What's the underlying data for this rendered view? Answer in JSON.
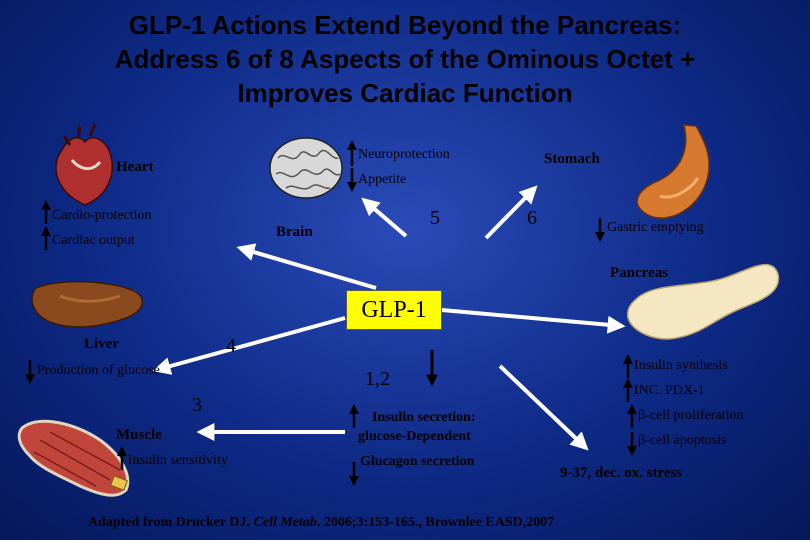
{
  "title": {
    "line1": "GLP-1 Actions  Extend Beyond the Pancreas:",
    "line2": "Address 6 of 8 Aspects of the Ominous Octet +",
    "line3": "Improves Cardiac Function"
  },
  "center": {
    "label": "GLP-1"
  },
  "heart": {
    "label": "Heart",
    "effects": [
      {
        "direction": "up",
        "text": "Cardio-protection"
      },
      {
        "direction": "up",
        "text": "Cardiac output"
      }
    ]
  },
  "brain": {
    "label": "Brain",
    "number": "5",
    "effects": [
      {
        "direction": "up",
        "text": "Neuroprotection"
      },
      {
        "direction": "down",
        "text": "Appetite"
      }
    ]
  },
  "stomach": {
    "label": "Stomach",
    "number": "6",
    "effects": [
      {
        "direction": "down",
        "text": "Gastric emptying"
      }
    ]
  },
  "pancreas": {
    "label": "Pancreas",
    "effects": [
      {
        "direction": "up",
        "text": "Insulin synthesis"
      },
      {
        "direction": "up",
        "text": "INC. PDX-1"
      },
      {
        "direction": "up",
        "text": "β-cell proliferation"
      },
      {
        "direction": "down",
        "text": "β-cell apoptosis"
      }
    ],
    "note": "9-37, dec. ox. stress"
  },
  "liver": {
    "label": "Liver",
    "number": "4",
    "effects": [
      {
        "direction": "down",
        "text": "Production of glucose"
      }
    ]
  },
  "muscle": {
    "label": "Muscle",
    "number": "3",
    "effects": [
      {
        "direction": "up",
        "text": "Insulin sensitivity"
      }
    ]
  },
  "islet": {
    "number": "1,2",
    "effects": [
      {
        "direction": "up",
        "text": "Insulin secretion:"
      },
      {
        "direction": "none",
        "text": "glucose-Dependent"
      },
      {
        "direction": "down",
        "text": "Glucagon secretion"
      }
    ]
  },
  "citation": {
    "prefix": "Adapted from Drucker DJ. ",
    "journal": "Cell Metab",
    "suffix": ". 2006;3:153-165., Brownlee  EASD,2007"
  },
  "colors": {
    "background": "#0e2a86",
    "center_box": "#ffff00",
    "arrow": "#ffffff"
  }
}
